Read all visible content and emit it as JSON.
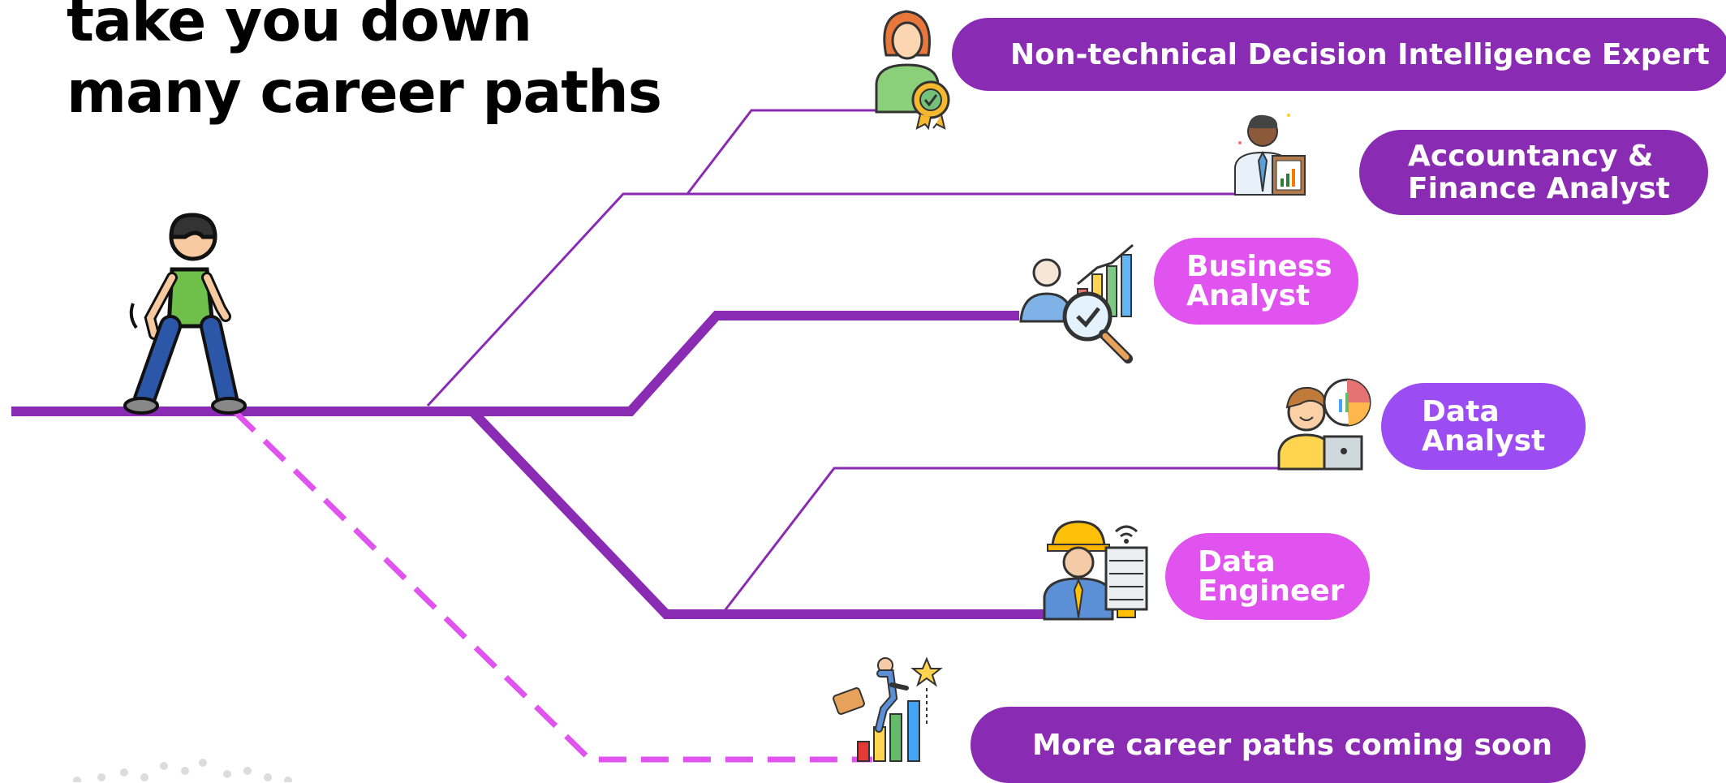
{
  "title": {
    "line1": "take you down",
    "line2": "many career paths"
  },
  "paths": [
    {
      "id": "decision",
      "label": "Non-technical Decision Intelligence Expert",
      "color": "#8a2bb4"
    },
    {
      "id": "accountancy",
      "label_line1": "Accountancy &",
      "label_line2": "Finance Analyst",
      "color": "#8a2bb4"
    },
    {
      "id": "business",
      "label_line1": "Business",
      "label_line2": "Analyst",
      "color": "#e053ee"
    },
    {
      "id": "data-analyst",
      "label_line1": "Data",
      "label_line2": "Analyst",
      "color": "#9b4cf2"
    },
    {
      "id": "data-engineer",
      "label_line1": "Data",
      "label_line2": "Engineer",
      "color": "#e053ee"
    },
    {
      "id": "more",
      "label": "More career paths coming soon",
      "color": "#8a2bb4"
    }
  ],
  "icons": [
    "walking-person-icon",
    "certified-woman-icon",
    "finance-man-icon",
    "business-analysis-icon",
    "data-analyst-icon",
    "engineer-icon",
    "career-growth-icon"
  ],
  "colors": {
    "main_line": "#8a2bb4",
    "dashed_line": "#e053ee",
    "text": "#000000"
  }
}
